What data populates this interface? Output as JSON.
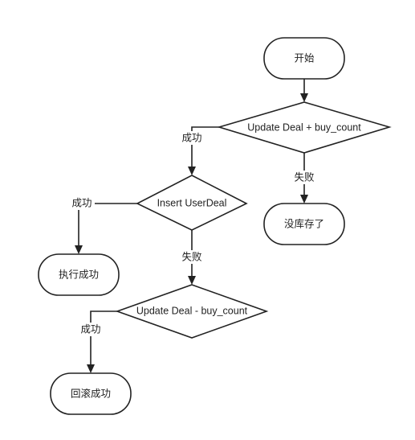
{
  "diagram": {
    "nodes": {
      "start": "开始",
      "update_plus": "Update Deal + buy_count",
      "no_stock": "没库存了",
      "insert_userdeal": "Insert UserDeal",
      "exec_success": "执行成功",
      "update_minus": "Update Deal - buy_count",
      "rollback_success": "回滚成功"
    },
    "edge_labels": {
      "update_plus_success": "成功",
      "update_plus_fail": "失败",
      "insert_success": "成功",
      "insert_fail": "失败",
      "update_minus_success": "成功"
    }
  },
  "colors": {
    "stroke": "#222222",
    "background": "#ffffff"
  }
}
